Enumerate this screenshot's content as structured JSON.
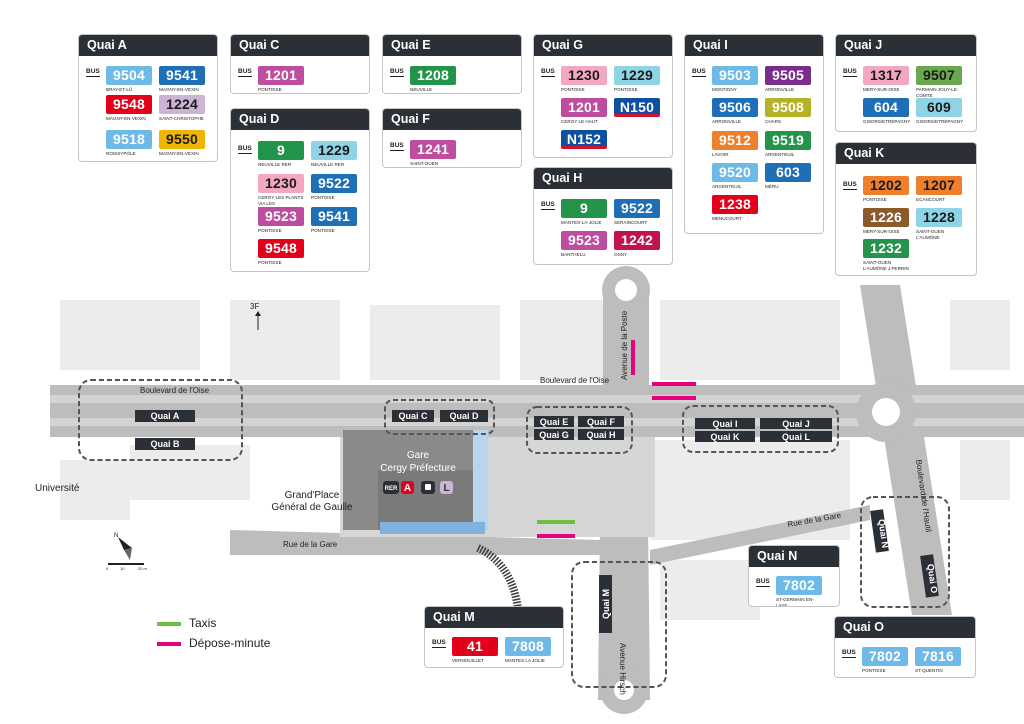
{
  "colors": {
    "taxi": "#6fbe44",
    "depose": "#e6007e"
  },
  "labels": {
    "boulevard_oise_w": "Boulevard de l'Oise",
    "boulevard_oise_e": "Boulevard de l'Oise",
    "avenue_poste": "Avenue de la Poste",
    "avenue_hirsch": "Avenue Hirsch",
    "rue_gare_w": "Rue de la Gare",
    "rue_gare_e": "Rue de la Gare",
    "boulevard_hautil": "Boulevard de l'Hautil",
    "universite": "Université",
    "grand_place_1": "Grand'Place",
    "grand_place_2": "Général de Gaulle",
    "gare_1": "Gare",
    "gare_2": "Cergy Préfecture",
    "floor": "3F",
    "rer": "RER",
    "rer_a": "A",
    "train_l": "L"
  },
  "map_quais": {
    "a": "Quai A",
    "b": "Quai B",
    "c": "Quai C",
    "d": "Quai D",
    "e": "Quai E",
    "f": "Quai F",
    "g": "Quai G",
    "h": "Quai H",
    "i": "Quai I",
    "j": "Quai J",
    "k": "Quai K",
    "l": "Quai L",
    "m": "Quai M",
    "n": "Quai N",
    "o": "Quai O"
  },
  "scale": {
    "s0": "0",
    "s10": "10",
    "s20": "20 m"
  },
  "legend": {
    "taxis": "Taxis",
    "depose": "Dépose-minute"
  },
  "bus_tag": "BUS",
  "cards": {
    "A": {
      "title": "Quai A",
      "lines": [
        {
          "num": "9504",
          "dest": "Bray-et-Lû",
          "color": "#6db9e8",
          "dark": false
        },
        {
          "num": "9541",
          "dest": "Magny-en-Vexin",
          "color": "#1e6fb6",
          "dark": false
        },
        {
          "num": "9548",
          "dest": "Magny-en-Vexin",
          "color": "#e2001a",
          "dark": false
        },
        {
          "num": "1224",
          "dest": "Saint-Christophe",
          "color": "#cbb4d4",
          "dark": true
        },
        {
          "num": "9518",
          "dest": "Roissypôle",
          "color": "#6db9e8",
          "dark": false
        },
        {
          "num": "9550",
          "dest": "Magny-en-Vexin",
          "color": "#f0b500",
          "dark": true
        }
      ]
    },
    "C": {
      "title": "Quai C",
      "lines": [
        {
          "num": "1201",
          "dest": "Pontoise",
          "color": "#be4c9f",
          "dark": false
        }
      ]
    },
    "D": {
      "title": "Quai D",
      "lines": [
        {
          "num": "9",
          "dest": "Neuville RER",
          "color": "#24944b",
          "dark": false
        },
        {
          "num": "1229",
          "dest": "Neuville RER",
          "color": "#8fd3e6",
          "dark": true
        },
        {
          "num": "1230",
          "dest": "Cergy les Plants via les Touleuses",
          "color": "#f4a7c3",
          "dark": true
        },
        {
          "num": "9522",
          "dest": "Pontoise",
          "color": "#1e6fb6",
          "dark": false
        },
        {
          "num": "9523",
          "dest": "Pontoise",
          "color": "#be4c9f",
          "dark": false
        },
        {
          "num": "9541",
          "dest": "Pontoise",
          "color": "#1e6fb6",
          "dark": false
        },
        {
          "num": "9548",
          "dest": "Pontoise",
          "color": "#e2001a",
          "dark": false
        }
      ]
    },
    "E": {
      "title": "Quai E",
      "lines": [
        {
          "num": "1208",
          "dest": "Neuville Université",
          "color": "#24944b",
          "dark": false
        }
      ]
    },
    "F": {
      "title": "Quai F",
      "lines": [
        {
          "num": "1241",
          "dest": "Saint-Ouen l'Aumône",
          "color": "#be4c9f",
          "dark": false
        }
      ]
    },
    "G": {
      "title": "Quai G",
      "lines": [
        {
          "num": "1230",
          "dest": "Pontoise",
          "color": "#f4a7c3",
          "dark": true
        },
        {
          "num": "1229",
          "dest": "Pontoise",
          "color": "#8fd3e6",
          "dark": true
        },
        {
          "num": "1201",
          "dest": "Cergy le Haut",
          "color": "#be4c9f",
          "dark": false
        },
        {
          "num": "N150",
          "dest": "",
          "color": "#0e4fa0",
          "dark": false,
          "noct": true
        },
        {
          "num": "N152",
          "dest": "",
          "color": "#0e4fa0",
          "dark": false,
          "noct": true
        }
      ]
    },
    "H": {
      "title": "Quai H",
      "lines": [
        {
          "num": "9",
          "dest": "Mantes-la-Jolie",
          "color": "#24944b",
          "dark": false
        },
        {
          "num": "9522",
          "dest": "Seraincourt",
          "color": "#1e6fb6",
          "dark": false
        },
        {
          "num": "9523",
          "dest": "Banthelu",
          "color": "#be4c9f",
          "dark": false
        },
        {
          "num": "1242",
          "dest": "Osny",
          "color": "#c4114f",
          "dark": false
        }
      ]
    },
    "I": {
      "title": "Quai I",
      "lines": [
        {
          "num": "9503",
          "dest": "Montigny",
          "color": "#6db9e8",
          "dark": false
        },
        {
          "num": "9505",
          "dest": "Arronville",
          "color": "#7b2d8e",
          "dark": false
        },
        {
          "num": "9506",
          "dest": "Arronville",
          "color": "#1e6fb6",
          "dark": false
        },
        {
          "num": "9508",
          "dest": "Chars",
          "color": "#b6b226",
          "dark": false
        },
        {
          "num": "9512",
          "dest": "Lavoir",
          "color": "#ee7f2d",
          "dark": false
        },
        {
          "num": "9519",
          "dest": "Argenteuil",
          "color": "#24944b",
          "dark": false
        },
        {
          "num": "9520",
          "dest": "Argenteuil",
          "color": "#6db9e8",
          "dark": false
        },
        {
          "num": "603",
          "dest": "Méru",
          "color": "#1e6fb6",
          "dark": false
        },
        {
          "num": "1238",
          "dest": "Menucourt",
          "color": "#e2001a",
          "dark": false
        }
      ]
    },
    "J": {
      "title": "Quai J",
      "lines": [
        {
          "num": "1317",
          "dest": "Mery-sur-Oise",
          "color": "#f4a7c3",
          "dark": true
        },
        {
          "num": "9507",
          "dest": "Parmain Jouy-le-Comte",
          "color": "#6aa84f",
          "dark": true
        },
        {
          "num": "604",
          "dest": "Gisors/Etrépagny",
          "color": "#1e6fb6",
          "dark": false
        },
        {
          "num": "609",
          "dest": "Gisors/Etrépagny",
          "color": "#8fd3e6",
          "dark": true
        }
      ]
    },
    "K": {
      "title": "Quai K",
      "lines": [
        {
          "num": "1202",
          "dest": "Pontoise",
          "color": "#ee7f2d",
          "dark": true
        },
        {
          "num": "1207",
          "dest": "Ecancourt",
          "color": "#ee7f2d",
          "dark": true
        },
        {
          "num": "1226",
          "dest": "Mery-sur-Oise",
          "color": "#8b5a2b",
          "dark": false
        },
        {
          "num": "1228",
          "dest": "Saint-Ouen l'Aumône",
          "color": "#8fd3e6",
          "dark": true
        },
        {
          "num": "1232",
          "dest": "Saint-Ouen l'Aumône J.Perrin",
          "color": "#24944b",
          "dark": false
        }
      ]
    },
    "M": {
      "title": "Quai M",
      "lines": [
        {
          "num": "41",
          "dest": "Vernouillet",
          "color": "#e2001a",
          "dark": false
        },
        {
          "num": "7808",
          "dest": "Mantes la Jolie",
          "color": "#6db9e8",
          "dark": false
        }
      ]
    },
    "N": {
      "title": "Quai N",
      "lines": [
        {
          "num": "7802",
          "dest": "St-Germain en-Laye",
          "color": "#6db9e8",
          "dark": false
        }
      ]
    },
    "O": {
      "title": "Quai O",
      "lines": [
        {
          "num": "7802",
          "dest": "Pontoise",
          "color": "#6db9e8",
          "dark": false
        },
        {
          "num": "7816",
          "dest": "St Quentin",
          "color": "#6db9e8",
          "dark": false
        }
      ]
    }
  }
}
